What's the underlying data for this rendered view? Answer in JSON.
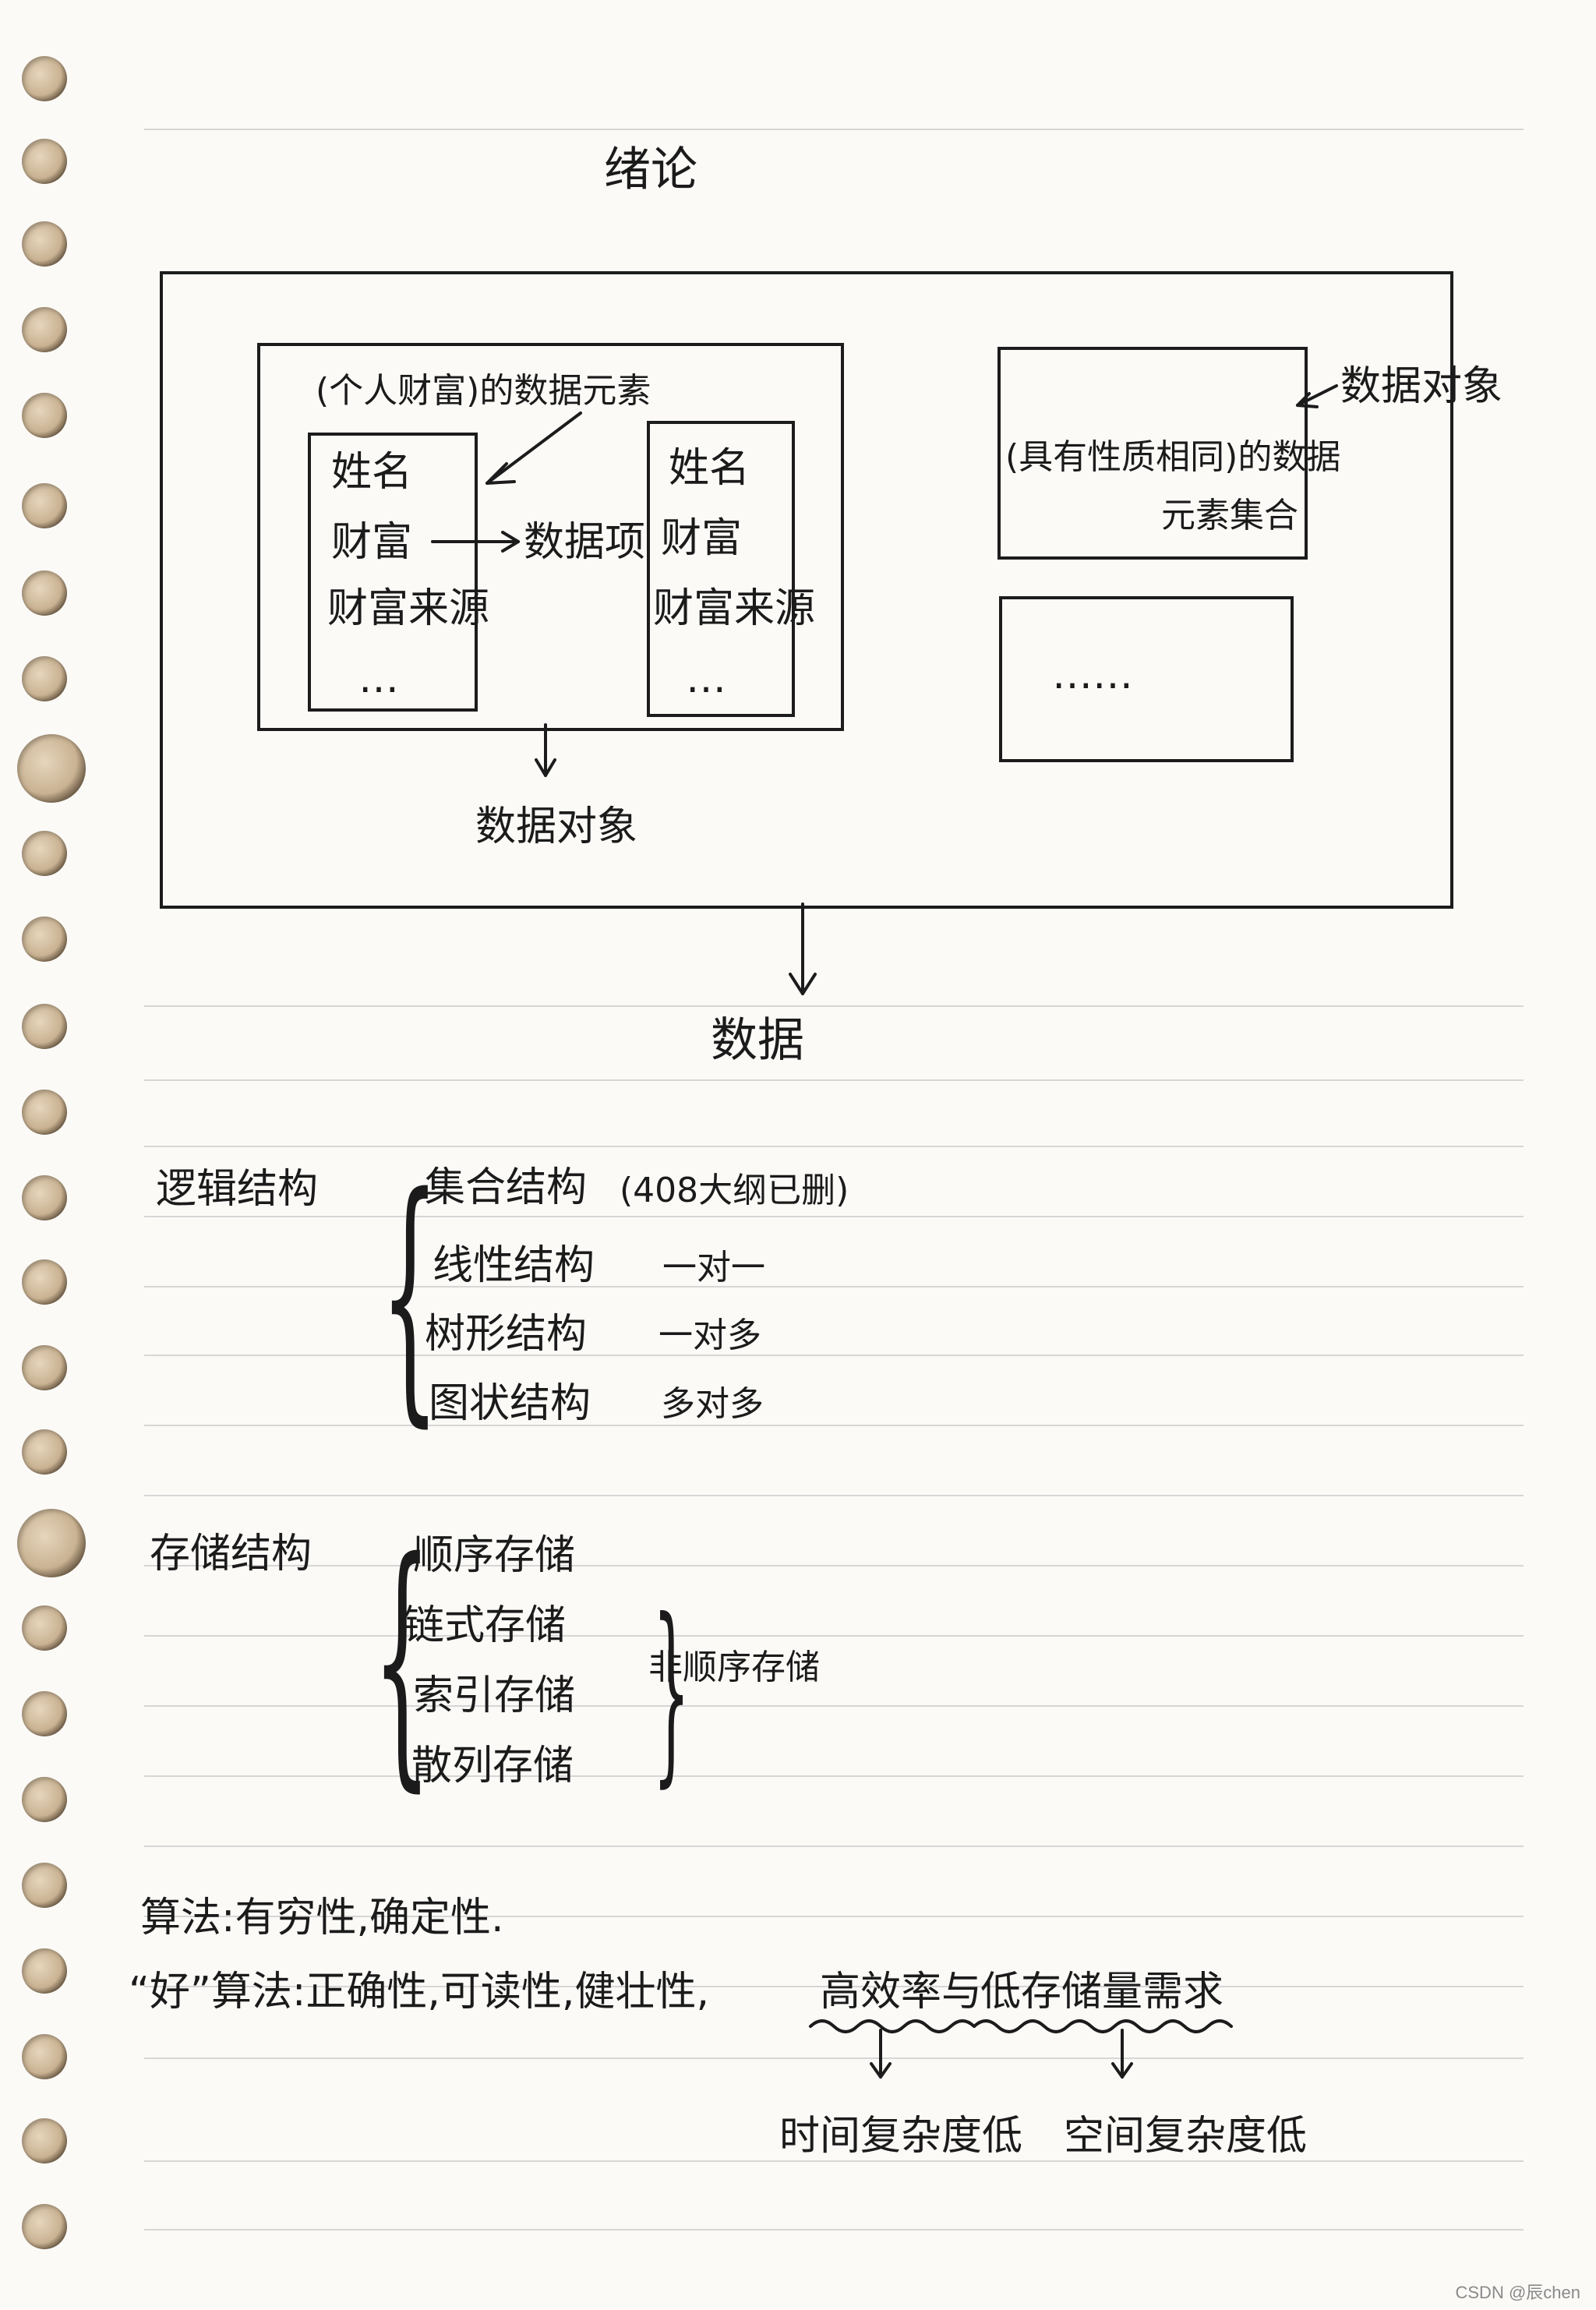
{
  "title": "绪论",
  "diagram": {
    "data_element_label": "(个人财富)的数据元素",
    "left_record": {
      "fields": [
        "姓名",
        "财富",
        "财富来源",
        "…"
      ]
    },
    "data_item_label": "数据项",
    "right_record": {
      "fields": [
        "姓名",
        "财富",
        "财富来源",
        "…"
      ]
    },
    "data_object_label": "数据对象",
    "right_object_label": "数据对象",
    "right_box_text_1": "(具有性质相同)的数据",
    "right_box_text_2": "元素集合",
    "right_box_ellipsis": "……",
    "data_label": "数据"
  },
  "logical": {
    "label": "逻辑结构",
    "items": [
      {
        "name": "集合结构",
        "note": "(408大纲已删)"
      },
      {
        "name": "线性结构",
        "note": "一对一"
      },
      {
        "name": "树形结构",
        "note": "一对多"
      },
      {
        "name": "图状结构",
        "note": "多对多"
      }
    ]
  },
  "storage": {
    "label": "存储结构",
    "items": [
      "顺序存储",
      "链式存储",
      "索引存储",
      "散列存储"
    ],
    "non_seq_label": "非顺序存储"
  },
  "algorithm": {
    "line1": "算法:有穷性,确定性.",
    "line2_prefix": "“好”算法:正确性,可读性,健壮性,",
    "line2_eff": "高效率与",
    "line2_mem": "低存储量需求",
    "time_label": "时间复杂度低",
    "space_label": "空间复杂度低"
  },
  "watermark": "CSDN @辰chen"
}
